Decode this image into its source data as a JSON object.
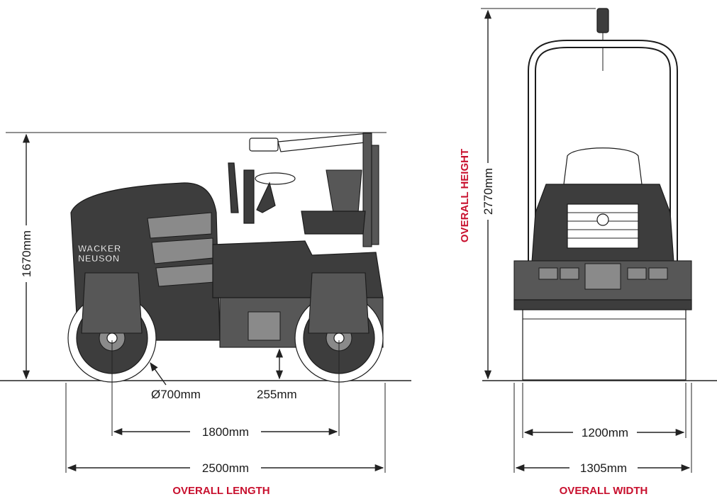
{
  "side_view": {
    "height_label": "1670mm",
    "drum_diameter_label": "Ø700mm",
    "ground_clearance_label": "255mm",
    "wheelbase_label": "1800mm",
    "length_label": "2500mm",
    "caption": "OVERALL LENGTH",
    "brand_line1": "WACKER",
    "brand_line2": "NEUSON"
  },
  "front_view": {
    "height_label": "2770mm",
    "height_caption": "OVERALL HEIGHT",
    "drum_width_label": "1200mm",
    "width_label": "1305mm",
    "caption": "OVERALL WIDTH"
  },
  "colors": {
    "accent": "#c8102e",
    "line": "#222222",
    "machine": "#3d3d3d"
  }
}
